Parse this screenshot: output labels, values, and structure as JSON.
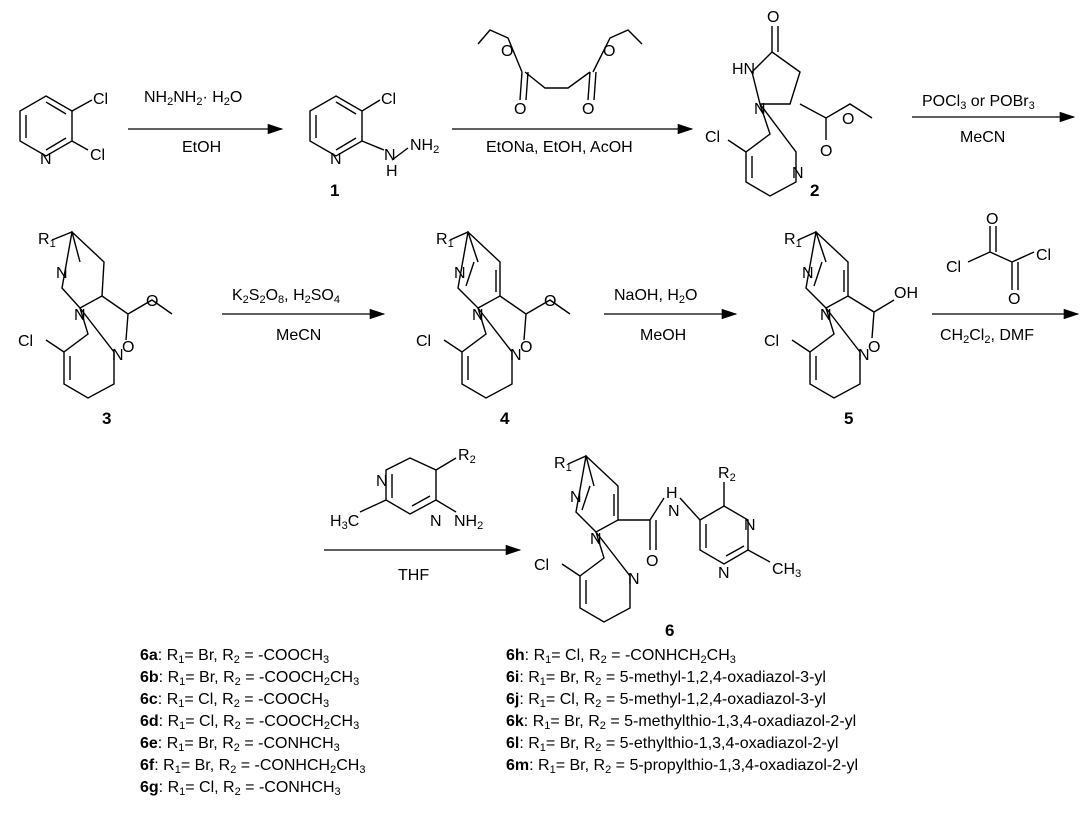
{
  "compound_labels": {
    "c1": "1",
    "c2": "2",
    "c3": "3",
    "c4": "4",
    "c5": "5",
    "c6": "6"
  },
  "reagents": {
    "step1": {
      "above": "NH2NH2· H2O",
      "below": "EtOH"
    },
    "step2": {
      "below": "EtONa, EtOH, AcOH"
    },
    "step3": {
      "above": "POCl3 or POBr3",
      "below": "MeCN"
    },
    "step4": {
      "above": "K2S2O8, H2SO4",
      "below": "MeCN"
    },
    "step5": {
      "above": "NaOH, H2O",
      "below": "MeOH"
    },
    "step6": {
      "below": "CH2Cl2, DMF"
    },
    "step7": {
      "below": "THF"
    }
  },
  "atoms": {
    "cl": "Cl",
    "n": "N",
    "nh": "NH",
    "nh2": "NH2",
    "hn": "HN",
    "o": "O",
    "oh": "OH",
    "h": "H",
    "r1": "R1",
    "r2": "R2",
    "h3c": "H3C",
    "ch3": "CH3"
  },
  "legend_left": [
    {
      "id": "6a",
      "r1": "Br",
      "r2": "-COOCH3"
    },
    {
      "id": "6b",
      "r1": "Br",
      "r2": "-COOCH2CH3"
    },
    {
      "id": "6c",
      "r1": "Cl",
      "r2": "-COOCH3"
    },
    {
      "id": "6d",
      "r1": "Cl",
      "r2": "-COOCH2CH3"
    },
    {
      "id": "6e",
      "r1": "Br",
      "r2": "-CONHCH3"
    },
    {
      "id": "6f",
      "r1": "Br",
      "r2": "-CONHCH2CH3"
    },
    {
      "id": "6g",
      "r1": "Cl",
      "r2": "-CONHCH3"
    }
  ],
  "legend_right": [
    {
      "id": "6h",
      "r1": "Cl",
      "r2": "-CONHCH2CH3"
    },
    {
      "id": "6i",
      "r1": "Br",
      "r2": "5-methyl-1,2,4-oxadiazol-3-yl"
    },
    {
      "id": "6j",
      "r1": "Cl",
      "r2": "5-methyl-1,2,4-oxadiazol-3-yl"
    },
    {
      "id": "6k",
      "r1": "Br",
      "r2": "5-methylthio-1,3,4-oxadiazol-2-yl"
    },
    {
      "id": "6l",
      "r1": "Br",
      "r2": "5-ethylthio-1,3,4-oxadiazol-2-yl"
    },
    {
      "id": "6m",
      "r1": "Br",
      "r2": "5-propylthio-1,3,4-oxadiazol-2-yl"
    }
  ]
}
